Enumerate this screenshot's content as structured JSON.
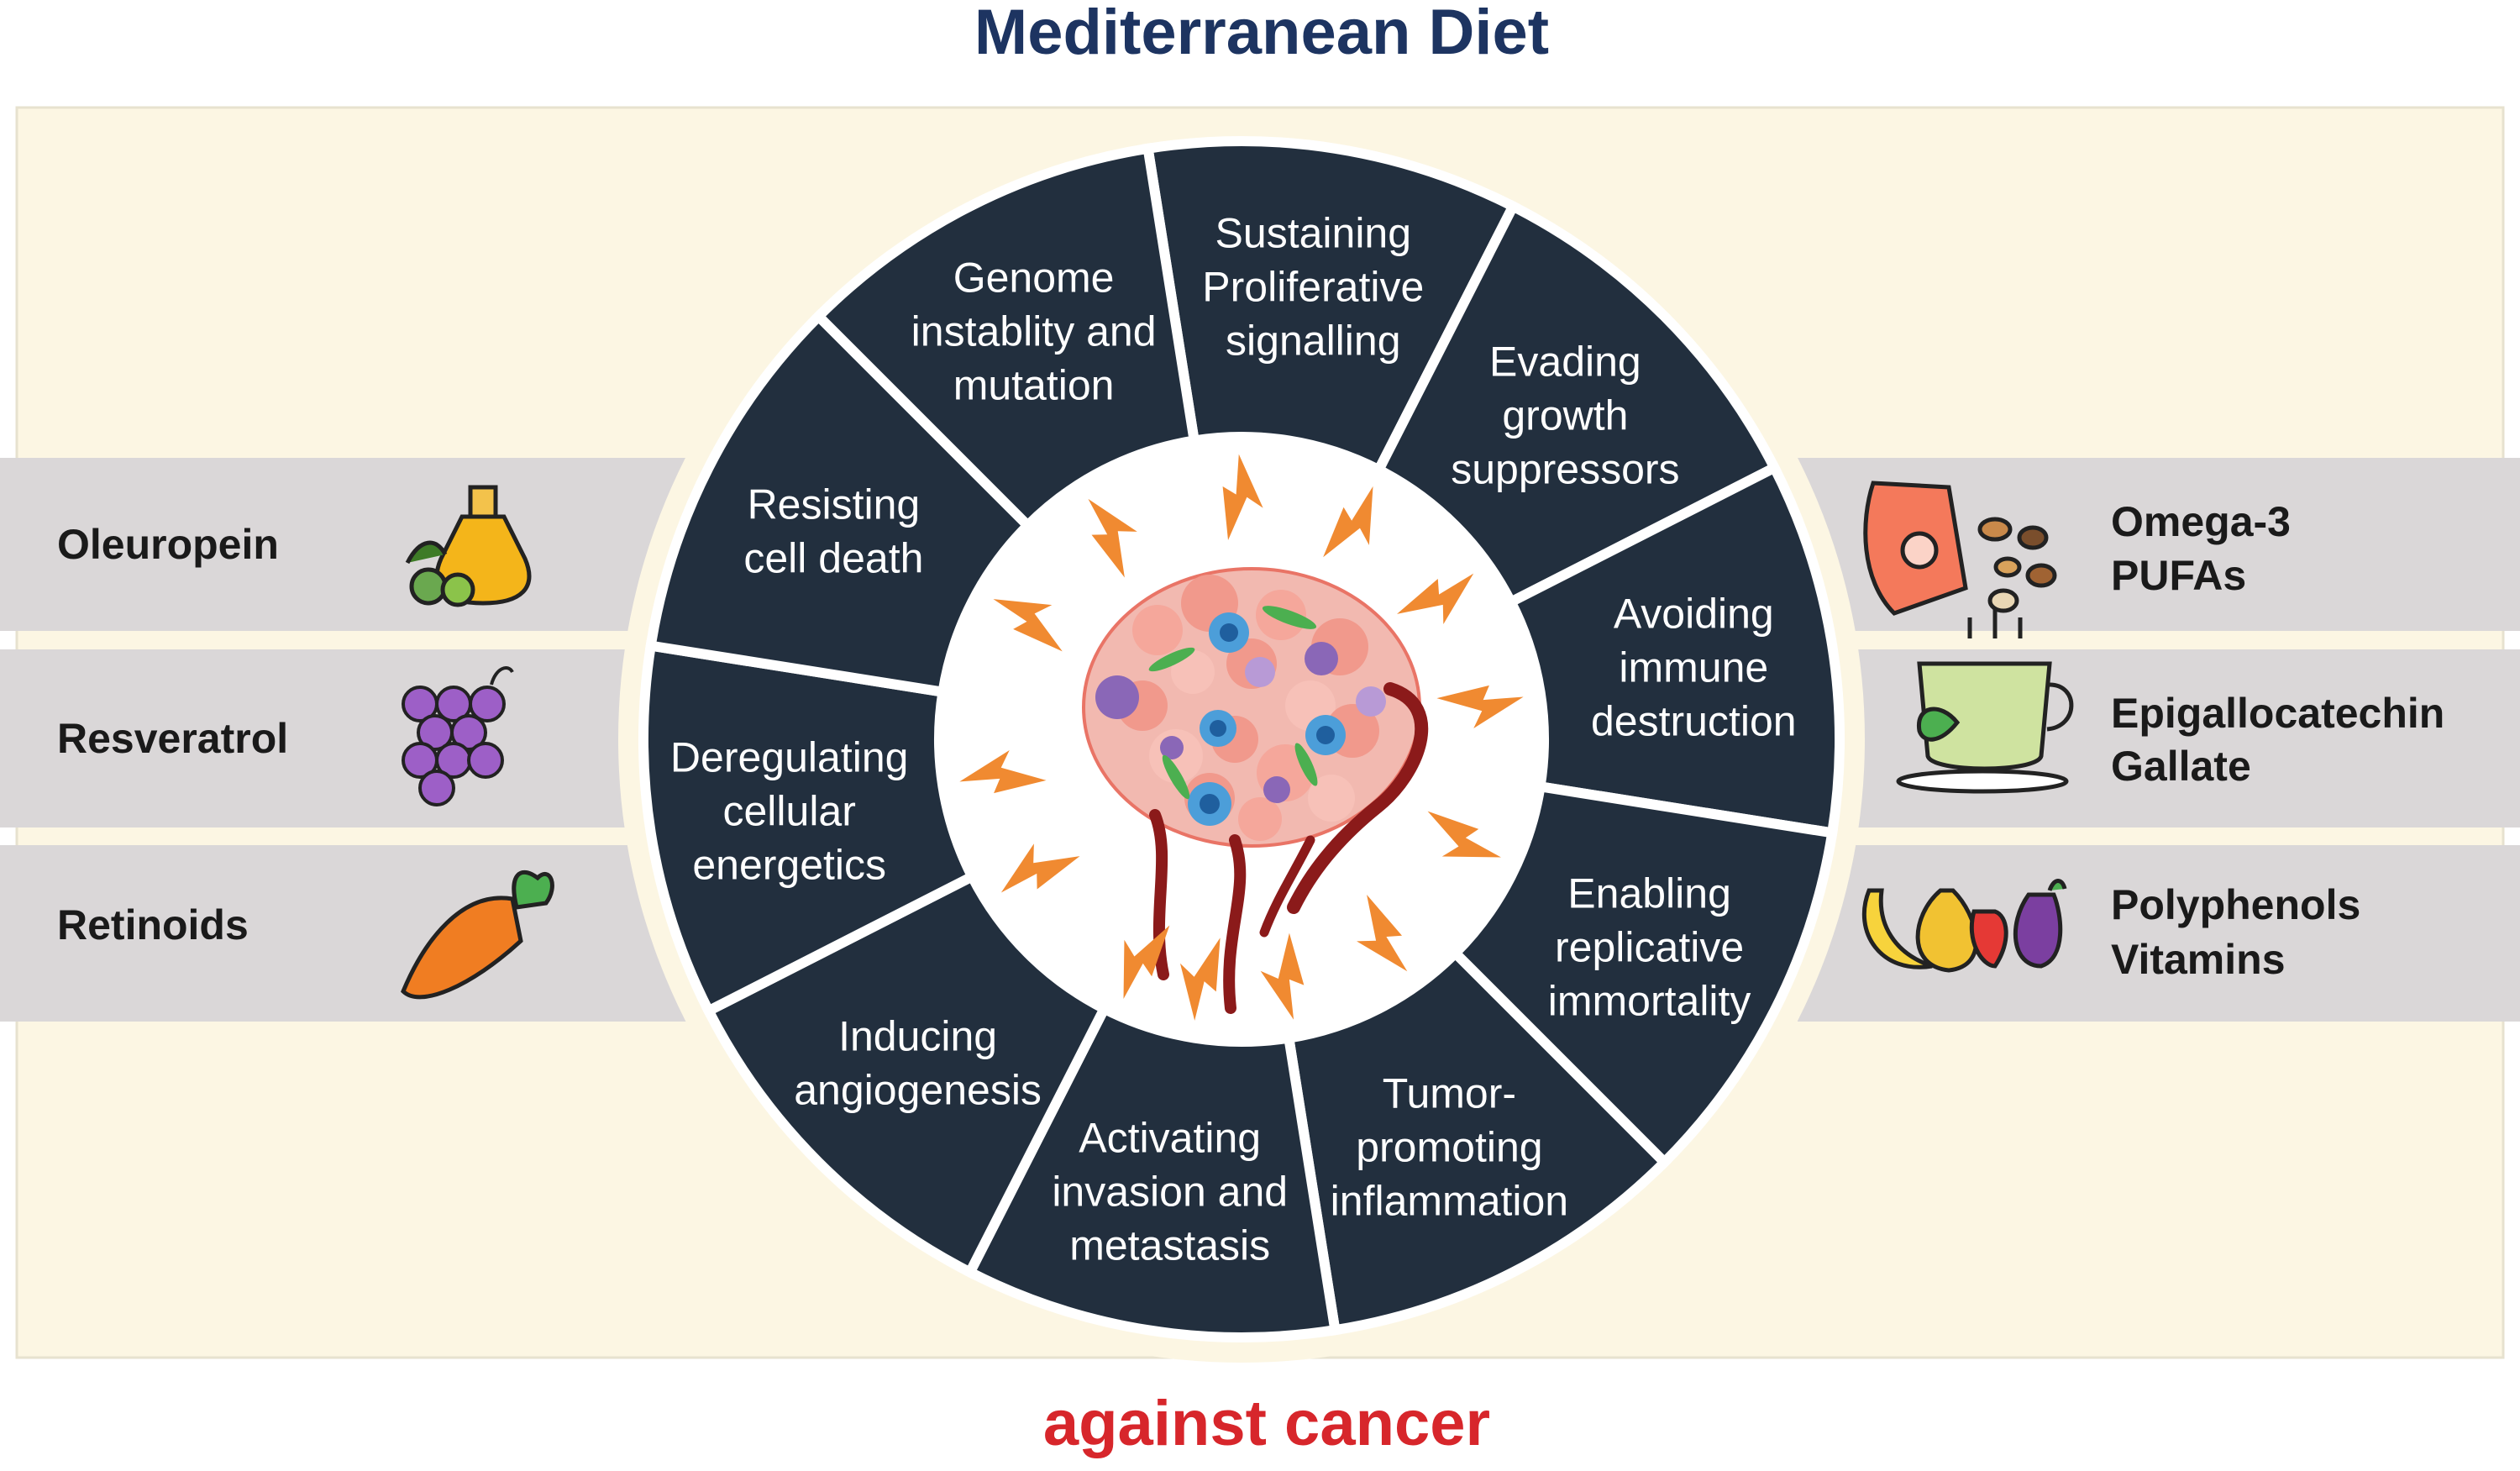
{
  "title": "Mediterranean Diet",
  "subtitle": "against cancer",
  "colors": {
    "title": "#1d3461",
    "subtitle": "#d7262b",
    "panel": "#fcf6e3",
    "band": "#dad7d8",
    "wheel": "#222f3e",
    "divider": "#ffffff",
    "bolt": "#f08a31"
  },
  "hallmarks": [
    {
      "lines": [
        "Sustaining",
        "Proliferative",
        "signalling"
      ]
    },
    {
      "lines": [
        "Evading",
        "growth",
        "suppressors"
      ]
    },
    {
      "lines": [
        "Avoiding",
        "immune",
        "destruction"
      ]
    },
    {
      "lines": [
        "Enabling",
        "replicative",
        "immortality"
      ]
    },
    {
      "lines": [
        "Tumor-",
        "promoting",
        "inflammation"
      ]
    },
    {
      "lines": [
        "Activating",
        "invasion and",
        "metastasis"
      ]
    },
    {
      "lines": [
        "Inducing",
        "angiogenesis"
      ]
    },
    {
      "lines": [
        "Deregulating",
        "cellular",
        "energetics"
      ]
    },
    {
      "lines": [
        "Resisting",
        "cell death"
      ]
    },
    {
      "lines": [
        "Genome",
        "instablity and",
        "mutation"
      ]
    }
  ],
  "left_compounds": [
    {
      "lines": [
        "Oleuropein"
      ],
      "icon": "olive-oil-icon"
    },
    {
      "lines": [
        "Resveratrol"
      ],
      "icon": "grapes-icon"
    },
    {
      "lines": [
        "Retinoids"
      ],
      "icon": "carrot-icon"
    }
  ],
  "right_compounds": [
    {
      "lines": [
        "Omega-3",
        "PUFAs"
      ],
      "icon": "salmon-nuts-icon"
    },
    {
      "lines": [
        "Epigallocatechin",
        "Gallate"
      ],
      "icon": "green-tea-icon"
    },
    {
      "lines": [
        "Polyphenols",
        "Vitamins"
      ],
      "icon": "fruits-icon"
    }
  ],
  "center_icon": "tumor-microenvironment-icon"
}
